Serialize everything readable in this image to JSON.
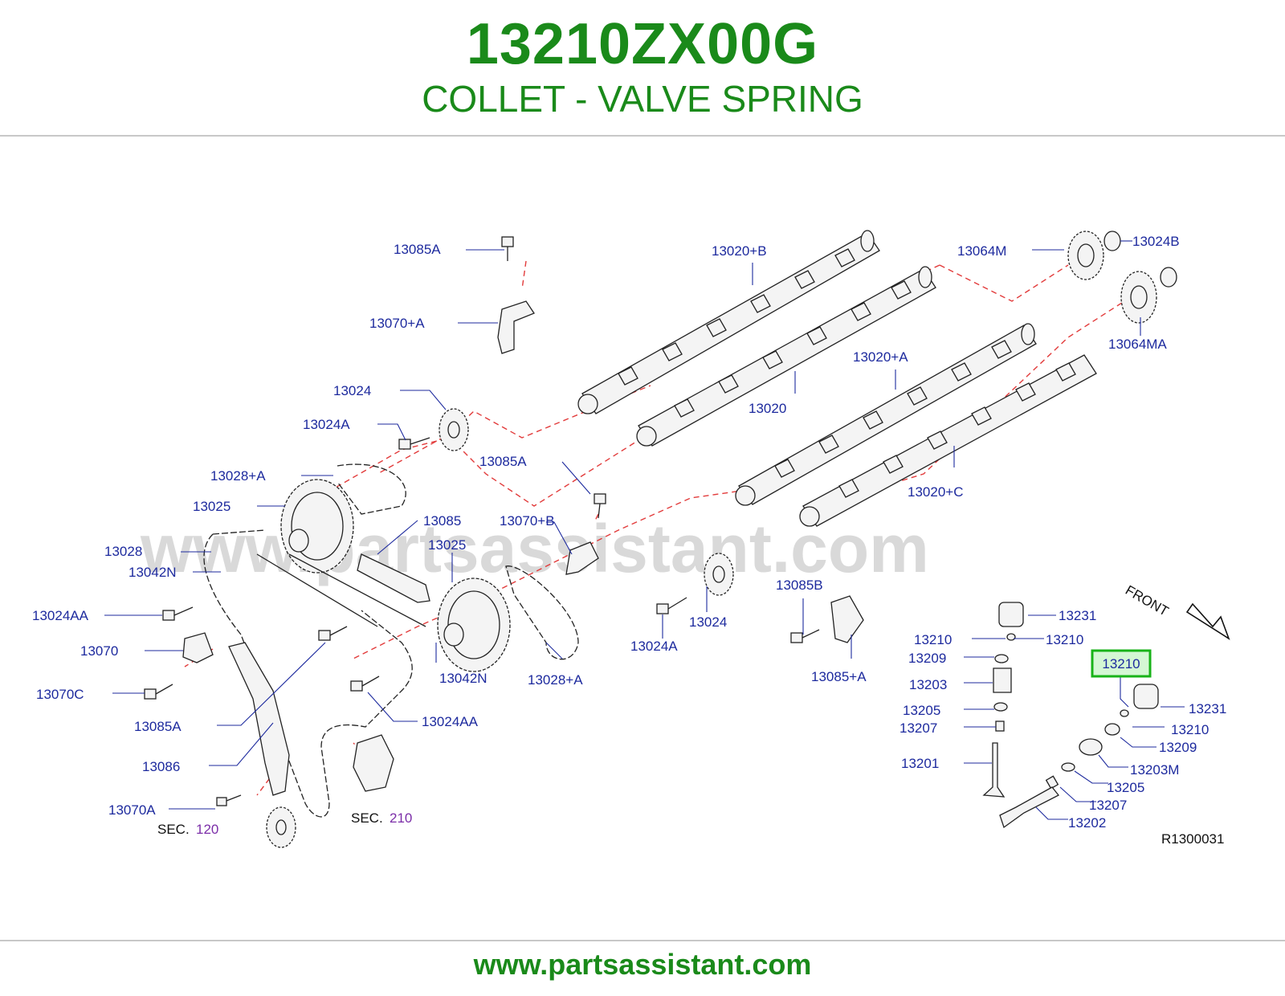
{
  "header": {
    "part_number": "13210ZX00G",
    "part_name": "COLLET - VALVE SPRING"
  },
  "watermark": "www.partsassistant.com",
  "footer": {
    "url": "www.partsassistant.com"
  },
  "diagram": {
    "code": "R1300031",
    "front_label": "FRONT",
    "highlight_label": "13210",
    "sec_prefix": "SEC.",
    "sec_numbers": [
      "120",
      "210"
    ],
    "callouts": [
      "13085A",
      "13070+A",
      "13020+B",
      "13064M",
      "13024B",
      "13064MA",
      "13020+A",
      "13020",
      "13024",
      "13024A",
      "13085A",
      "13028+A",
      "13025",
      "13085",
      "13070+B",
      "13025",
      "13028",
      "13042N",
      "13020+C",
      "13024AA",
      "13070",
      "13070C",
      "13085A",
      "13086",
      "13070A",
      "13042N",
      "13024AA",
      "13028+A",
      "13024A",
      "13024",
      "13085B",
      "13085+A",
      "13231",
      "13210",
      "13210",
      "13209",
      "13203",
      "13205",
      "13207",
      "13201",
      "13231",
      "13210",
      "13209",
      "13203M",
      "13205",
      "13207",
      "13202"
    ]
  }
}
